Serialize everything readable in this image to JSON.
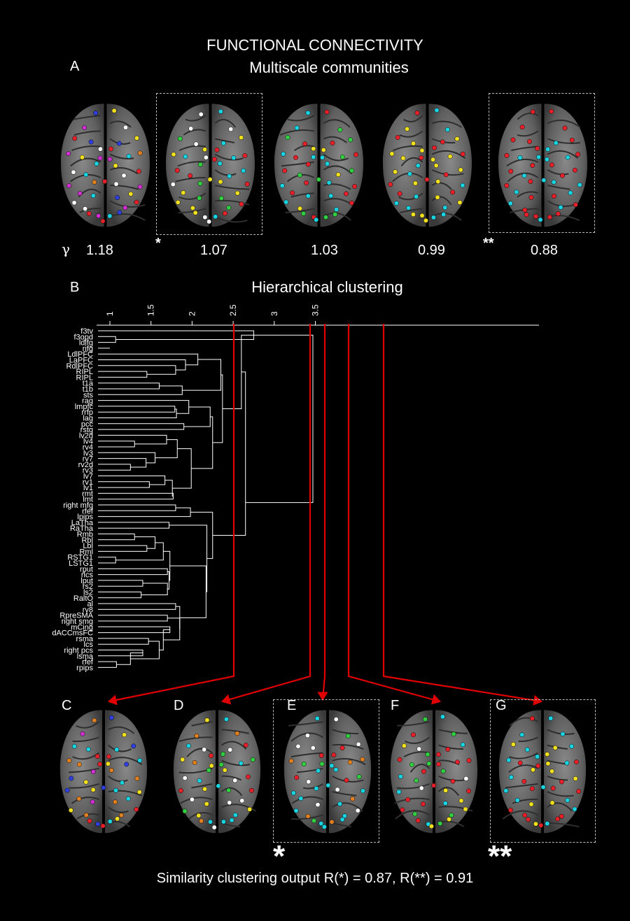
{
  "header": {
    "title": "FUNCTIONAL CONNECTIVITY",
    "subtitle": "Multiscale communities"
  },
  "panel_a": {
    "letter": "A",
    "gamma_symbol": "γ",
    "gammas": [
      "1.18",
      "1.07",
      "1.03",
      "0.99",
      "0.88"
    ],
    "star_single": "*",
    "star_double": "**"
  },
  "panel_b": {
    "letter": "B",
    "title": "Hierarchical clustering",
    "ticks": [
      "1",
      "1.5",
      "2",
      "2.5",
      "3",
      "3.5"
    ],
    "leaves": [
      "f3tv",
      "f3opd",
      "ldlfg",
      "rifg",
      "LdlPFC",
      "LaPFC",
      "RdlPFC",
      "RIPL",
      "RIPL",
      "t1a",
      "t1b",
      "sts",
      "rag",
      "lmpfc",
      "rrfp",
      "lag",
      "pcc",
      "rstg",
      "lv2d",
      "lv4",
      "rv4",
      "lv3",
      "rv7",
      "rv2d",
      "rv3",
      "lv7",
      "rv1",
      "lv1",
      "rmt",
      "lmt",
      "right mfg",
      "rfef",
      "lpips",
      "LaTha",
      "RaTha",
      "Rmb",
      "Rbl",
      "Lbl",
      "Rml",
      "RSTG1",
      "LSTG1",
      "rput",
      "rlcs",
      "lput",
      "rs2",
      "ls2",
      "RaltO",
      "al",
      "rv8",
      "RpreSMA",
      "right smg",
      "mCing",
      "dACCmsFC",
      "rsma",
      "lcs",
      "right pcs",
      "lsma",
      "rfef",
      "rpips"
    ]
  },
  "bottom": {
    "letters": [
      "C",
      "D",
      "E",
      "F",
      "G"
    ],
    "star_single": "*",
    "star_double": "**"
  },
  "caption": "Similarity clustering output R(*) = 0.87, R(**) = 0.91",
  "colors": {
    "background": "#000000",
    "dendrogram": "#ffffff",
    "arrows": "#e00000",
    "dashed_box": "#bbbbbb",
    "node_red": "#e8202a",
    "node_cyan": "#19d4e0",
    "node_yellow": "#f0e020",
    "node_white": "#ffffff",
    "node_green": "#30d040",
    "node_orange": "#e08020",
    "node_magenta": "#d030d0",
    "node_blue": "#3040e0"
  }
}
